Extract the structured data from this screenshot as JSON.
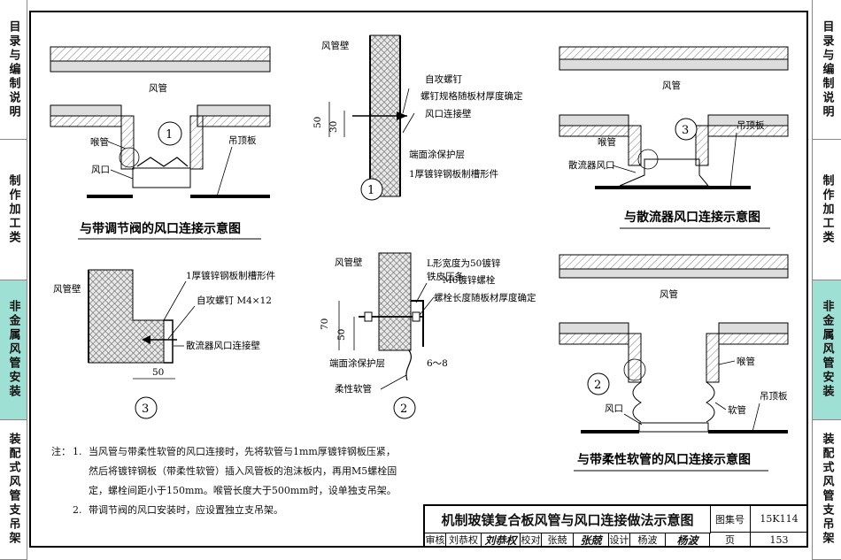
{
  "sidebar_left": [
    {
      "label": "目录与编制说明",
      "active": false
    },
    {
      "label": "制作加工类",
      "active": false
    },
    {
      "label": "非金属风管安装",
      "active": true
    },
    {
      "label": "装配式风管支吊架",
      "active": false
    }
  ],
  "sidebar_right": [
    {
      "label": "目录与编制说明",
      "active": false
    },
    {
      "label": "制作加工类",
      "active": false
    },
    {
      "label": "非金属风管安装",
      "active": true
    },
    {
      "label": "装配式风管支吊架",
      "active": false
    }
  ],
  "diagrams": {
    "d1": {
      "title": "与带调节阀的风口连接示意图",
      "duct": "风管",
      "throat": "喉管",
      "outlet": "风口",
      "ceiling": "吊顶板",
      "callout": "1"
    },
    "d2": {
      "title": "与散流器风口连接示意图",
      "duct": "风管",
      "throat": "喉管",
      "outlet": "散流器风口",
      "ceiling": "吊顶板",
      "callout": "3"
    },
    "d3": {
      "title": "与带柔性软管的风口连接示意图",
      "duct": "风管",
      "throat": "喉管",
      "outlet": "风口",
      "hose": "软管",
      "ceiling": "吊顶板",
      "callout": "2"
    },
    "detail1": {
      "number": "1",
      "wall": "风管壁",
      "screw": "自攻螺钉",
      "screw_spec": "螺钉规格随板材厚度确定",
      "conn_wall": "风口连接壁",
      "coat": "端面涂保护层",
      "channel": "1厚镀锌钢板制槽形件",
      "dim_50": "50",
      "dim_30": "30"
    },
    "detail2": {
      "number": "2",
      "wall": "风管壁",
      "strip_1": "L形宽度为50镀锌",
      "strip_2": "铁皮压条",
      "bolt": "M6镀锌螺栓",
      "bolt_len": "螺栓长度随板材厚度确定",
      "coat": "端面涂保护层",
      "hose": "柔性软管",
      "dim_70": "70",
      "dim_50": "50",
      "dim_gap": "6～8"
    },
    "detail3": {
      "number": "3",
      "wall": "风管壁",
      "channel": "1厚镀锌钢板制槽形件",
      "screw": "自攻螺钉 M4×12",
      "diffuser": "散流器风口连接壁",
      "dim_50": "50"
    }
  },
  "notes": {
    "prefix": "注：",
    "items": [
      {
        "n": "1.",
        "lines": [
          "当风管与带柔性软管的风口连接时，先将软管与1mm厚镀锌钢板压紧，",
          "然后将镀锌钢板（带柔性软管）插入风管板的泡沫板内，再用M5螺栓固",
          "定，螺栓间距小于150mm。喉管长度大于500mm时，设单独支吊架。"
        ]
      },
      {
        "n": "2.",
        "lines": [
          "带调节阀的风口安装时，应设置独立支吊架。"
        ]
      }
    ]
  },
  "titleblock": {
    "title": "机制玻镁复合板风管与风口连接做法示意图",
    "atlas_label": "图集号",
    "atlas_no": "15K114",
    "page_label": "页",
    "page_no": "153",
    "review_label": "审核",
    "reviewer": "刘恭权",
    "reviewer_sig": "刘恭权",
    "check_label": "校对",
    "checker": "张兢",
    "checker_sig": "张兢",
    "design_label": "设计",
    "designer": "杨波",
    "designer_sig": "杨波"
  }
}
